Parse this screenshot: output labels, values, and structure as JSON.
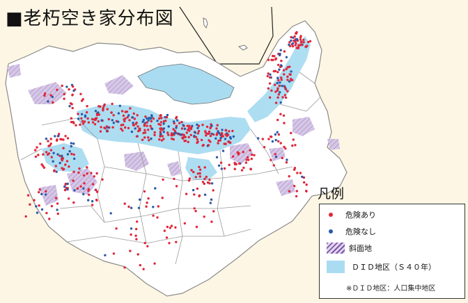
{
  "title": "■老朽空き家分布図",
  "legend": {
    "heading": "凡例",
    "items": [
      {
        "label": "危険あり",
        "color": "#e0263a",
        "icon": "red-dot"
      },
      {
        "label": "危険なし",
        "color": "#2a5aa8",
        "icon": "blue-dot"
      },
      {
        "label": "斜面地",
        "color": "#7b56a8",
        "icon": "purple-hatch"
      },
      {
        "label": "ＤＩＤ地区（Ｓ４０年）",
        "color": "#a9dcf1",
        "icon": "light-blue-area"
      }
    ],
    "note": "※ＤＩＤ地区：人口集中地区"
  },
  "colors": {
    "background": "#fdf6e4",
    "land": "#ffffff",
    "boundary": "#9a9a9a",
    "did_area": "#a9dcf1",
    "slope_area": "#c3b0d6",
    "danger_dot": "#e0263a",
    "safe_dot": "#2a5aa8"
  }
}
